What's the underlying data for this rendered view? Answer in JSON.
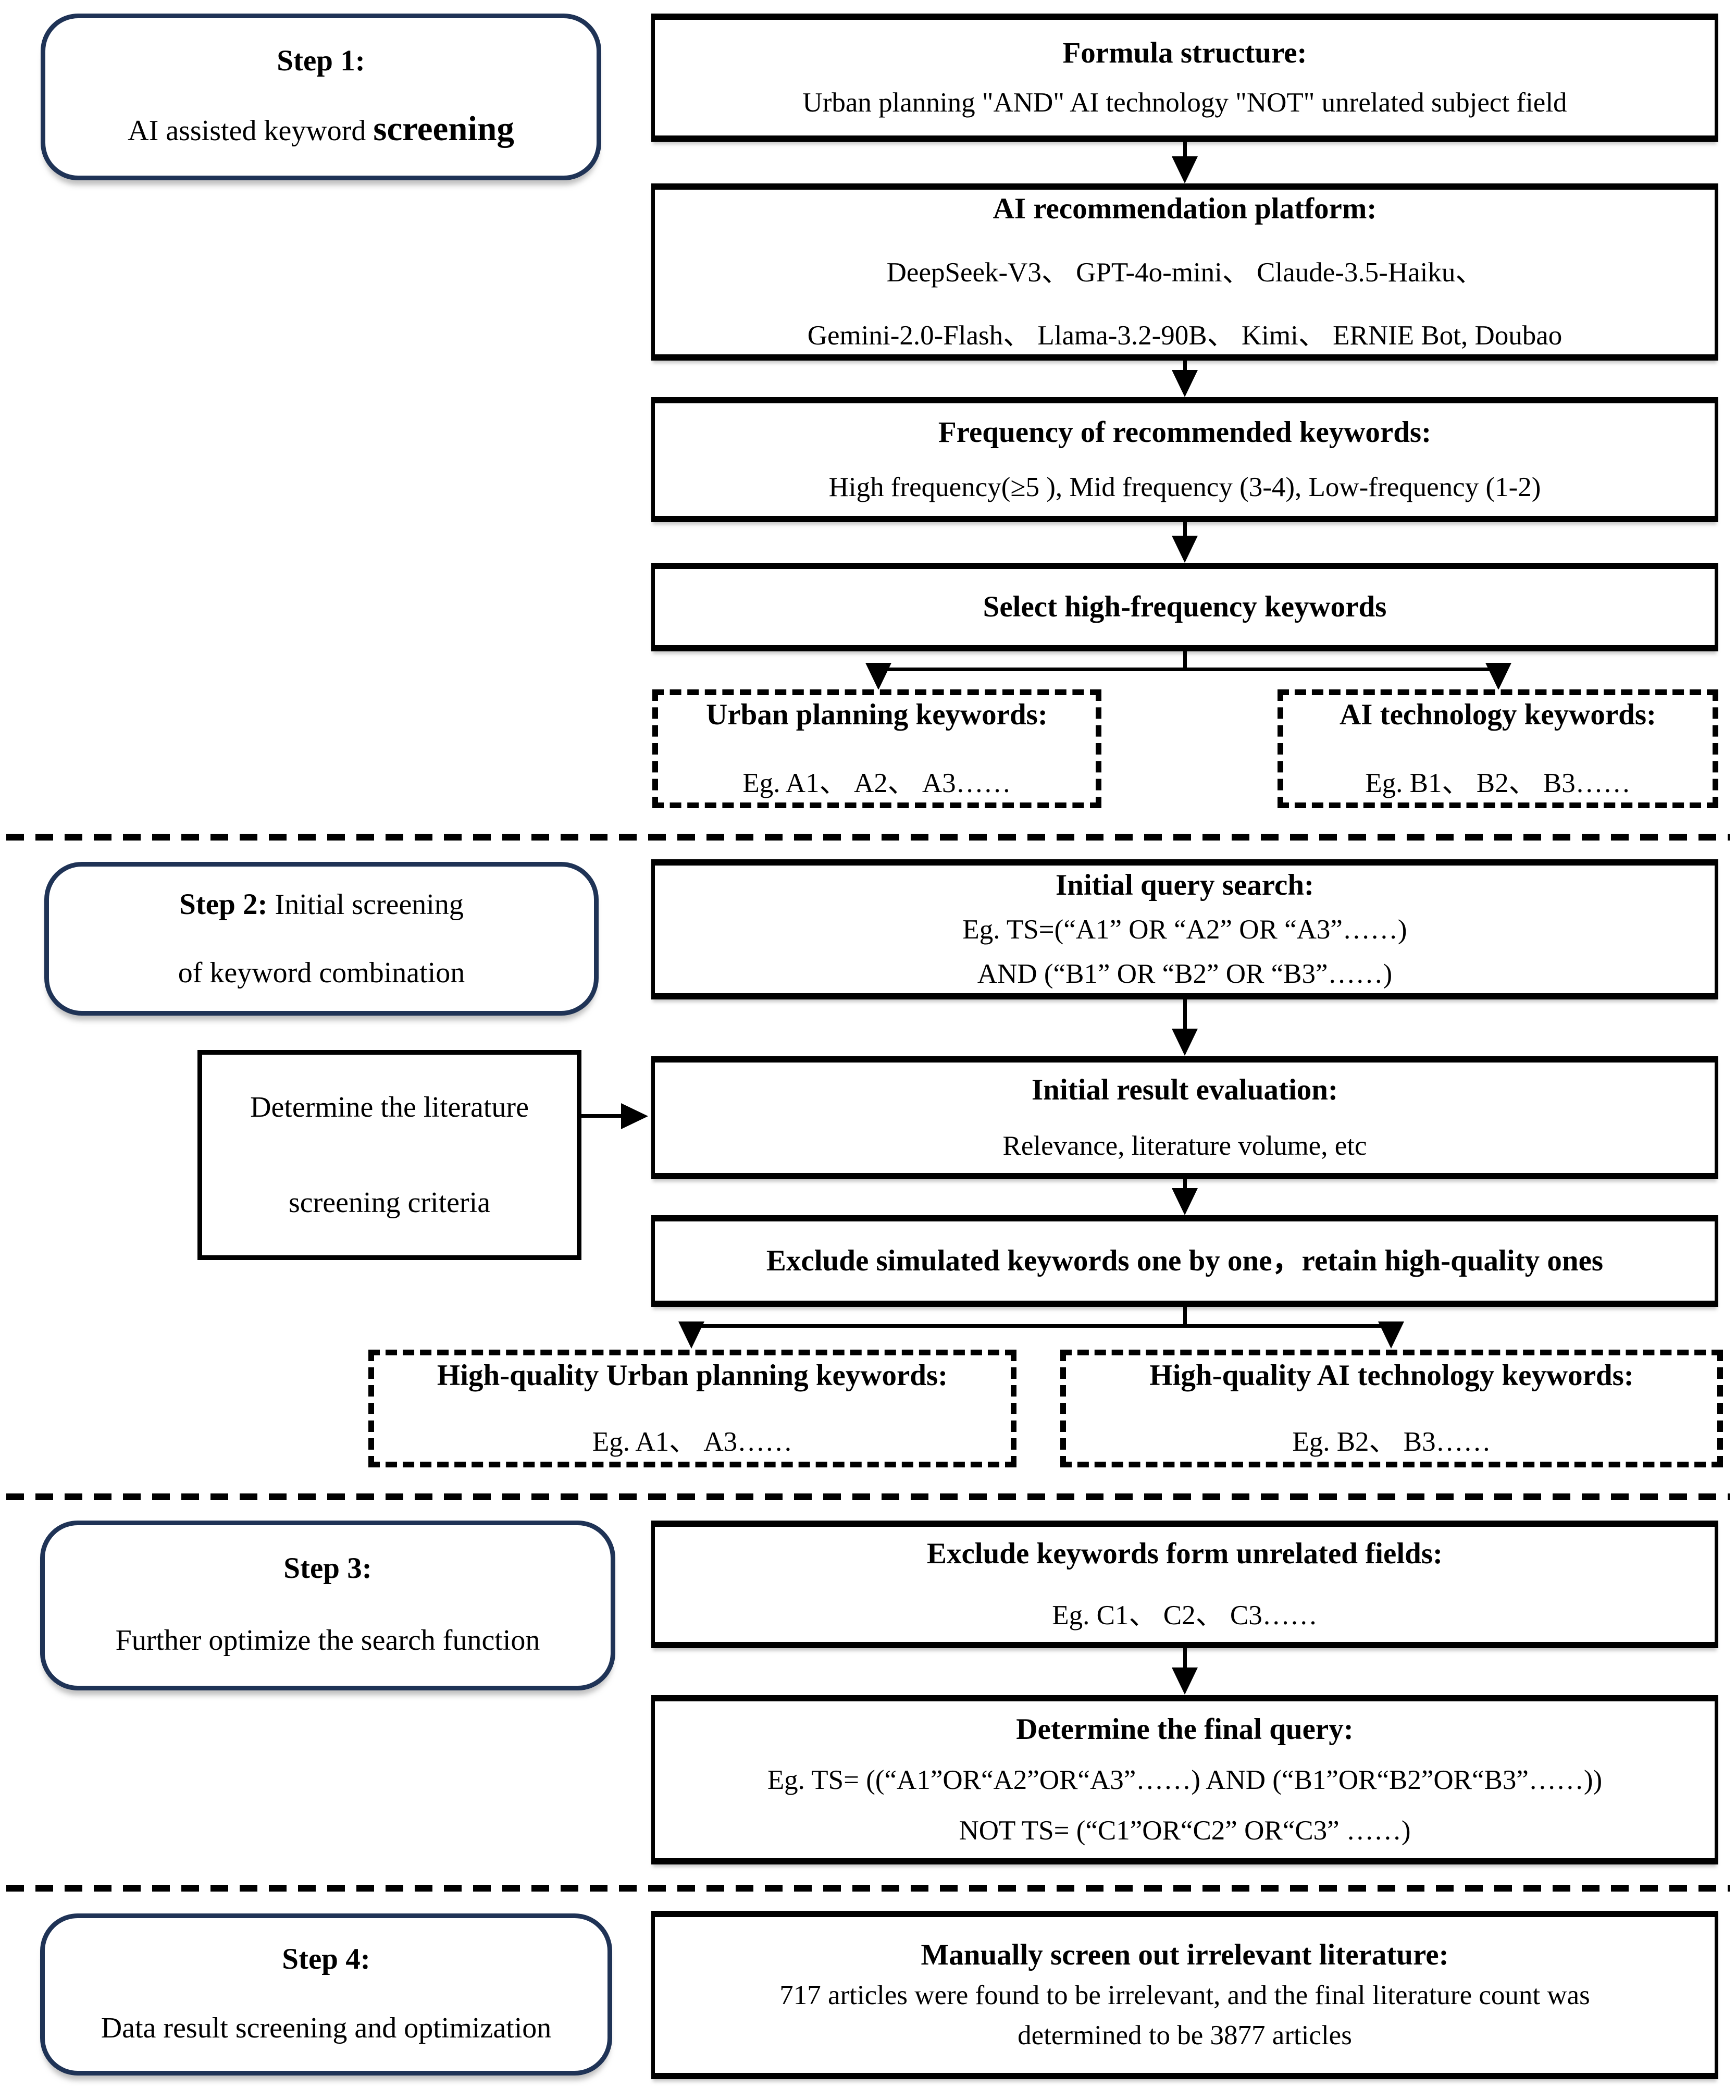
{
  "palette": {
    "step_border_navy": "#1f3356",
    "flow_border_black": "#000000",
    "background": "#ffffff"
  },
  "step1": {
    "title": "Step 1:",
    "line2_regular": "AI assisted keyword ",
    "line2_bold": "screening"
  },
  "flow1": {
    "formula": {
      "title": "Formula structure:",
      "line": "Urban planning \"AND\" AI technology \"NOT\" unrelated subject field"
    },
    "platform": {
      "title": "AI recommendation platform:",
      "line1": "DeepSeek-V3、 GPT-4o-mini、 Claude-3.5-Haiku、",
      "line2": "Gemini-2.0-Flash、 Llama-3.2-90B、 Kimi、 ERNIE Bot, Doubao"
    },
    "frequency": {
      "title": "Frequency of recommended keywords:",
      "line": "High frequency(≥5 ), Mid frequency (3-4), Low-frequency (1-2)"
    },
    "select": {
      "title": "Select high-frequency keywords"
    },
    "urban_keywords": {
      "title": "Urban planning keywords:",
      "line": "Eg. A1、 A2、 A3……"
    },
    "ai_keywords": {
      "title": "AI technology keywords:",
      "line": "Eg. B1、 B2、 B3……"
    }
  },
  "step2": {
    "title_bold": "Step 2:",
    "title_rest": " Initial screening",
    "line2": "of keyword combination"
  },
  "flow2": {
    "initial_query": {
      "title": "Initial query search:",
      "line1": "Eg. TS=(“A1” OR “A2” OR “A3”……)",
      "line2": "AND (“B1” OR “B2” OR “B3”……)"
    },
    "criteria": {
      "line1": "Determine the literature",
      "line2": "screening criteria"
    },
    "evaluation": {
      "title": "Initial result evaluation:",
      "line": "Relevance, literature volume, etc"
    },
    "exclude_sim": {
      "title": "Exclude simulated keywords one by one，retain high-quality ones"
    },
    "hq_urban": {
      "title": "High-quality Urban planning keywords:",
      "line": "Eg. A1、 A3……"
    },
    "hq_ai": {
      "title": "High-quality AI technology keywords:",
      "line": "Eg. B2、 B3……"
    }
  },
  "step3": {
    "title": "Step 3:",
    "line2": "Further optimize the search function"
  },
  "flow3": {
    "exclude_fields": {
      "title": "Exclude keywords form unrelated fields:",
      "line": "Eg. C1、 C2、 C3……"
    },
    "final_query": {
      "title": "Determine the final query:",
      "line1": "Eg. TS= ((“A1”OR“A2”OR“A3”……) AND (“B1”OR“B2”OR“B3”……))",
      "line2": "NOT TS= (“C1”OR“C2” OR“C3” ……)"
    }
  },
  "step4": {
    "title": "Step 4:",
    "line2": "Data result screening and optimization"
  },
  "flow4": {
    "manual": {
      "title": "Manually screen out irrelevant literature:",
      "line1": "717 articles were found to be irrelevant, and the final literature count was",
      "line2": "determined to be 3877 articles"
    }
  }
}
